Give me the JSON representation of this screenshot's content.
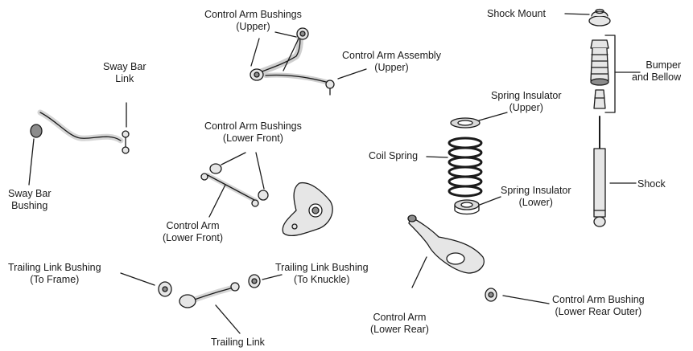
{
  "labels": {
    "control_arm_bushings_upper": [
      "Control Arm Bushings",
      "(Upper)"
    ],
    "control_arm_assembly_upper": [
      "Control Arm Assembly",
      "(Upper)"
    ],
    "shock_mount": [
      "Shock Mount"
    ],
    "bumper_and_bellow": [
      "Bumper",
      "and Bellow"
    ],
    "sway_bar_link": [
      "Sway Bar",
      "Link"
    ],
    "sway_bar_bushing": [
      "Sway Bar",
      "Bushing"
    ],
    "control_arm_bushings_lower_front": [
      "Control Arm Bushings",
      "(Lower Front)"
    ],
    "spring_insulator_upper": [
      "Spring Insulator",
      "(Upper)"
    ],
    "coil_spring": [
      "Coil Spring"
    ],
    "spring_insulator_lower": [
      "Spring Insulator",
      "(Lower)"
    ],
    "shock": [
      "Shock"
    ],
    "control_arm_lower_front": [
      "Control Arm",
      "(Lower Front)"
    ],
    "trailing_link_bushing_frame": [
      "Trailing Link Bushing",
      "(To Frame)"
    ],
    "trailing_link_bushing_knuckle": [
      "Trailing Link Bushing",
      "(To Knuckle)"
    ],
    "trailing_link": [
      "Trailing Link"
    ],
    "control_arm_lower_rear": [
      "Control Arm",
      "(Lower Rear)"
    ],
    "control_arm_bushing_lower_rear_outer": [
      "Control Arm Bushing",
      "(Lower Rear Outer)"
    ]
  },
  "colors": {
    "line": "#1a1a1a",
    "part_fill": "#e6e6e6",
    "part_dark": "#8c8c8c"
  }
}
